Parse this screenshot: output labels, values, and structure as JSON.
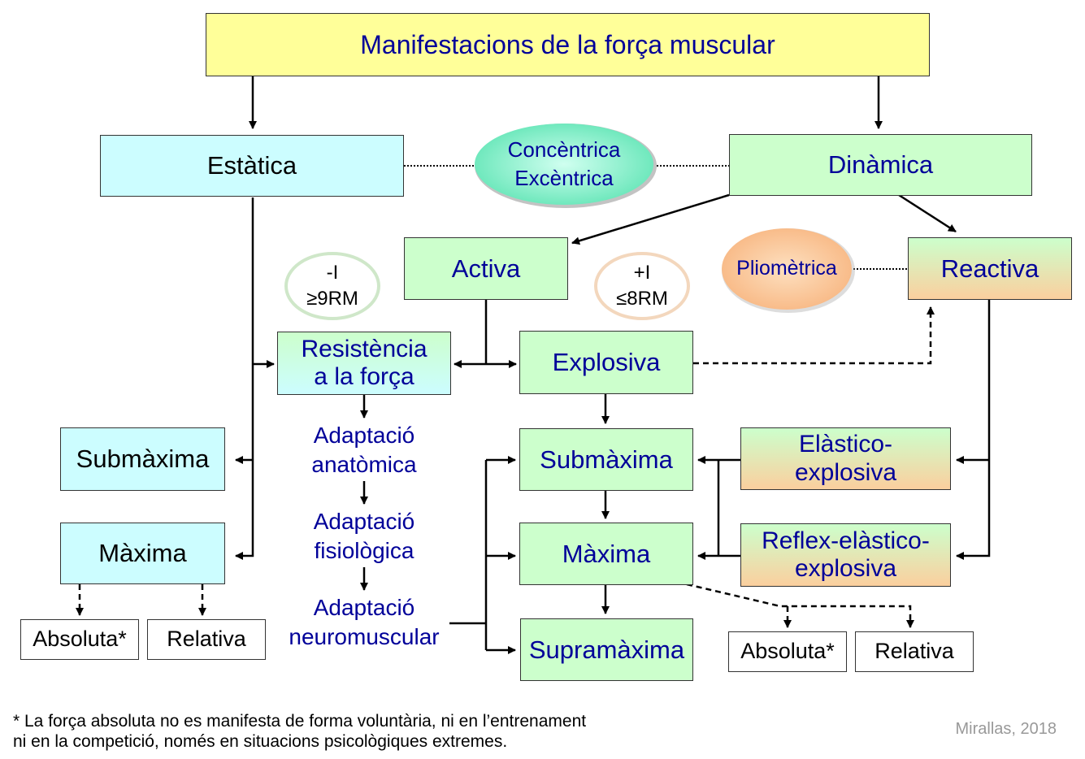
{
  "title": "Manifestacions de la força muscular",
  "nodes": {
    "estatica": "Estàtica",
    "dinamica": "Dinàmica",
    "concentrica": "Concèntrica",
    "excentrica": "Excèntrica",
    "activa": "Activa",
    "reactiva": "Reactiva",
    "pliometrica": "Pliomètrica",
    "oval_left_line1": "-I",
    "oval_left_line2": "≥9RM",
    "oval_right_line1": "+I",
    "oval_right_line2": "≤8RM",
    "resistencia_line1": "Resistència",
    "resistencia_line2": "a la força",
    "explosiva": "Explosiva",
    "submaxima_left": "Submàxima",
    "maxima_left": "Màxima",
    "absoluta_left": "Absoluta*",
    "relativa_left": "Relativa",
    "adaptacio1_line1": "Adaptació",
    "adaptacio1_line2": "anatòmica",
    "adaptacio2_line1": "Adaptació",
    "adaptacio2_line2": "fisiològica",
    "adaptacio3_line1": "Adaptació",
    "adaptacio3_line2": "neuromuscular",
    "submaxima_center": "Submàxima",
    "maxima_center": "Màxima",
    "supramaxima": "Supramàxima",
    "elastico_line1": "Elàstico-",
    "elastico_line2": "explosiva",
    "reflex_line1": "Reflex-elàstico-",
    "reflex_line2": "explosiva",
    "absoluta_right": "Absoluta*",
    "relativa_right": "Relativa"
  },
  "footnote_line1": "* La força absoluta no es manifesta de forma voluntària, ni en l’entrenament",
  "footnote_line2": "ni en la competició, només en situacions psicològiques extremes.",
  "credit": "Mirallas, 2018",
  "colors": {
    "title_bg": "#ffff99",
    "cyan_box": "#ccfdff",
    "green_box": "#ccffcc",
    "orange": "#fbcf9e",
    "teal_oval": "#80f0c8",
    "navy_text": "#000099"
  }
}
